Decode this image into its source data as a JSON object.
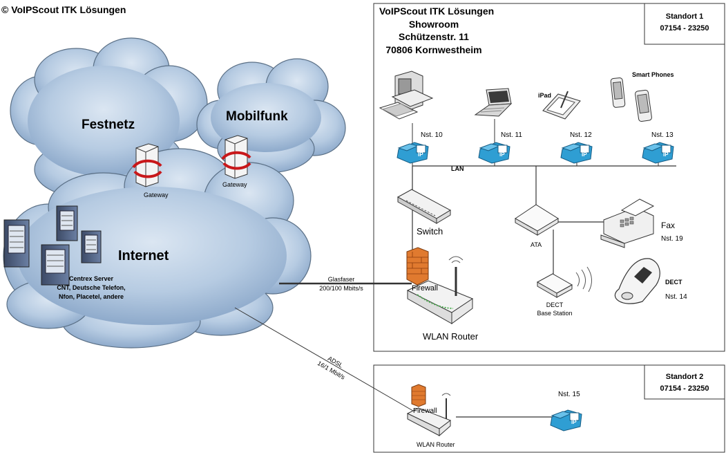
{
  "copyright": "© VoIPScout ITK Lösungen",
  "site1": {
    "company": "VoIPScout ITK Lösungen",
    "location": "Showroom",
    "street": "Schützenstr. 11",
    "city": "70806 Kornwestheim",
    "label": "Standort 1",
    "phone": "07154 - 23250",
    "devices": {
      "smartphones": "Smart Phones",
      "ipad": "iPad",
      "ext10": "Nst. 10",
      "ext11": "Nst. 11",
      "ext12": "Nst. 12",
      "ext13": "Nst. 13",
      "lan": "LAN",
      "switch": "Switch",
      "ata": "ATA",
      "fax": "Fax",
      "ext19": "Nst. 19",
      "dect_base_1": "DECT",
      "dect_base_2": "Base Station",
      "dect": "DECT",
      "ext14": "Nst. 14",
      "firewall": "Firewall",
      "router": "WLAN Router"
    }
  },
  "site2": {
    "label": "Standort 2",
    "phone": "07154 - 23250",
    "ext15": "Nst. 15",
    "firewall": "Firewall",
    "router": "WLAN Router"
  },
  "clouds": {
    "festnetz": "Festnetz",
    "mobilfunk": "Mobilfunk",
    "internet": "Internet",
    "gateway1": "Gateway",
    "gateway2": "Gateway",
    "servers_title": "Centrex Server",
    "servers_line2": "CNT, Deutsche Telefon,",
    "servers_line3": "Nfon, Placetel, andere"
  },
  "links": {
    "fiber_1": "Glasfaser",
    "fiber_2": "200/100 Mbits/s",
    "adsl_1": "ADSL",
    "adsl_2": "16/1 Mbit/s"
  },
  "colors": {
    "cloud_fill": "#a9c3de",
    "cloud_stroke": "#5a6f85",
    "phone_blue": "#2f9ed3",
    "firewall_orange": "#e07a2f",
    "line": "#333333"
  }
}
